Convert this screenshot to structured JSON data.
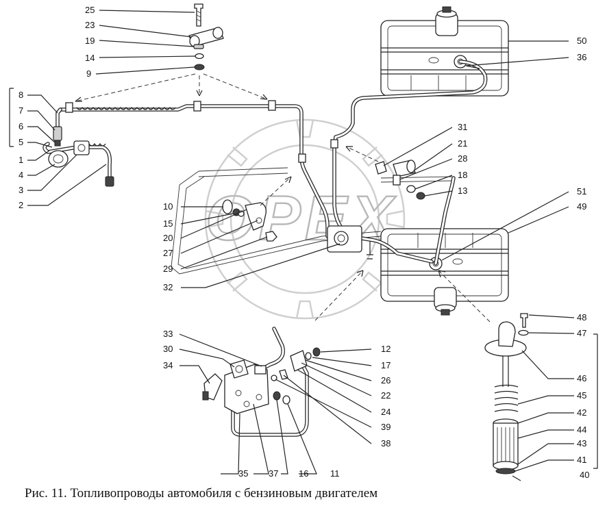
{
  "caption": "Рис. 11. Топливопроводы автомобиля с бензиновым двигателем",
  "watermark": "OPEX",
  "callouts": [
    {
      "id": "25",
      "label": "25"
    },
    {
      "id": "23",
      "label": "23"
    },
    {
      "id": "19",
      "label": "19"
    },
    {
      "id": "14",
      "label": "14"
    },
    {
      "id": "9",
      "label": "9"
    },
    {
      "id": "8",
      "label": "8"
    },
    {
      "id": "7",
      "label": "7"
    },
    {
      "id": "6",
      "label": "6"
    },
    {
      "id": "5",
      "label": "5"
    },
    {
      "id": "1",
      "label": "1"
    },
    {
      "id": "4",
      "label": "4"
    },
    {
      "id": "3",
      "label": "3"
    },
    {
      "id": "2",
      "label": "2"
    },
    {
      "id": "10",
      "label": "10"
    },
    {
      "id": "15",
      "label": "15"
    },
    {
      "id": "20",
      "label": "20"
    },
    {
      "id": "27",
      "label": "27"
    },
    {
      "id": "29",
      "label": "29"
    },
    {
      "id": "32",
      "label": "32"
    },
    {
      "id": "50",
      "label": "50"
    },
    {
      "id": "36",
      "label": "36"
    },
    {
      "id": "31",
      "label": "31"
    },
    {
      "id": "21",
      "label": "21"
    },
    {
      "id": "28",
      "label": "28"
    },
    {
      "id": "18",
      "label": "18"
    },
    {
      "id": "13",
      "label": "13"
    },
    {
      "id": "51",
      "label": "51"
    },
    {
      "id": "49",
      "label": "49"
    },
    {
      "id": "33",
      "label": "33"
    },
    {
      "id": "30",
      "label": "30"
    },
    {
      "id": "34",
      "label": "34"
    },
    {
      "id": "12",
      "label": "12"
    },
    {
      "id": "17",
      "label": "17"
    },
    {
      "id": "26",
      "label": "26"
    },
    {
      "id": "22",
      "label": "22"
    },
    {
      "id": "24",
      "label": "24"
    },
    {
      "id": "39",
      "label": "39"
    },
    {
      "id": "38",
      "label": "38"
    },
    {
      "id": "35",
      "label": "35"
    },
    {
      "id": "37",
      "label": "37"
    },
    {
      "id": "16",
      "label": "16"
    },
    {
      "id": "11",
      "label": "11"
    },
    {
      "id": "48",
      "label": "48"
    },
    {
      "id": "47",
      "label": "47"
    },
    {
      "id": "46",
      "label": "46"
    },
    {
      "id": "45",
      "label": "45"
    },
    {
      "id": "42",
      "label": "42"
    },
    {
      "id": "44",
      "label": "44"
    },
    {
      "id": "43",
      "label": "43"
    },
    {
      "id": "41",
      "label": "41"
    },
    {
      "id": "40",
      "label": "40"
    }
  ]
}
